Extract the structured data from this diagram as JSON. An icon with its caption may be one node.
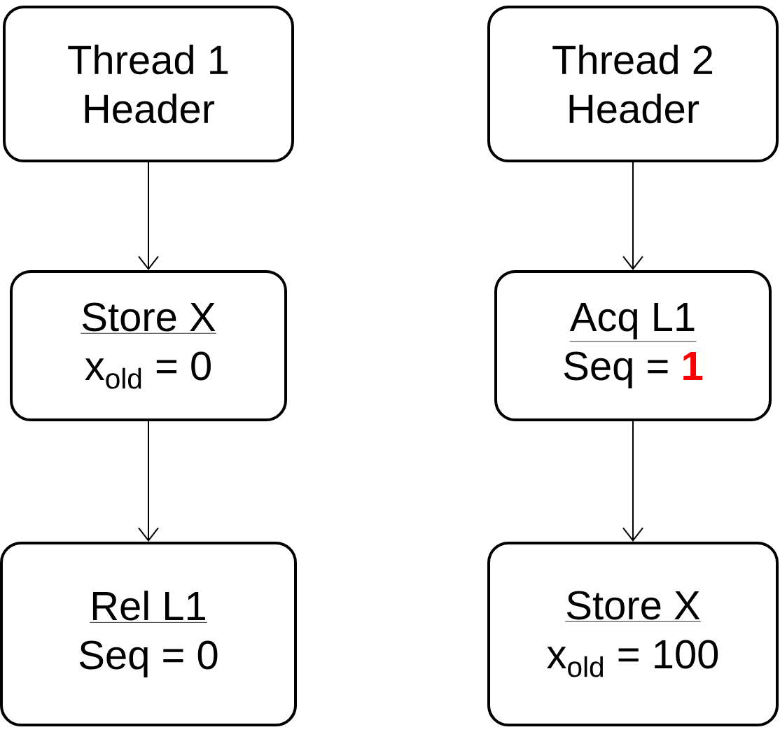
{
  "diagram": {
    "nodes": [
      {
        "text": [
          "Thread 1",
          "Header"
        ]
      },
      {
        "text": [
          "Thread 2",
          "Header"
        ]
      },
      {
        "text": [
          "Store X",
          "x$_{old}$ = 0"
        ]
      },
      {
        "text": [
          "Acq L1",
          "Seq = **1**"
        ]
      },
      {
        "text": [
          "Rel L1",
          "Seq = 0"
        ]
      },
      {
        "text": [
          "Store X",
          "x$_{old}$ = 100"
        ]
      }
    ],
    "edges": [
      {
        "from": 0,
        "to": 2,
        "arrow": "to"
      },
      {
        "from": 1,
        "to": 3,
        "arrow": "to"
      },
      {
        "from": 2,
        "to": 4,
        "arrow": "to"
      },
      {
        "from": 3,
        "to": 5,
        "arrow": "to"
      }
    ]
  }
}
